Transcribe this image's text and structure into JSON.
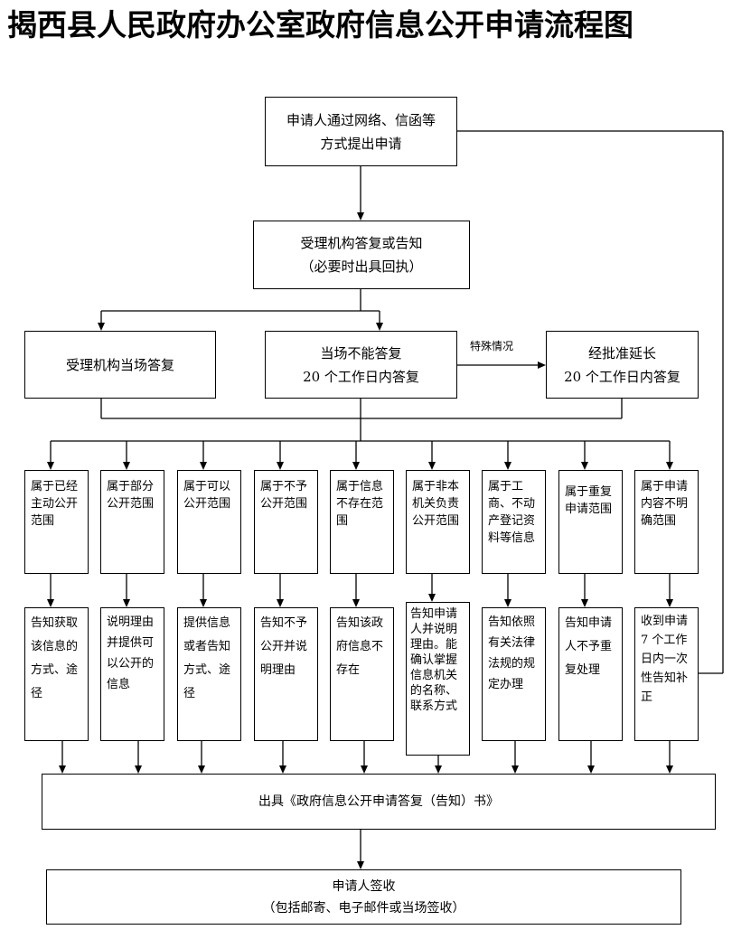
{
  "title": "揭西县人民政府办公室政府信息公开申请流程图",
  "apply": [
    "申请人通过网络、信函等",
    "方式提出申请"
  ],
  "reply": [
    "受理机构答复或告知",
    "（必要时出具回执）"
  ],
  "spot": "受理机构当场答复",
  "cannot": [
    "当场不能答复",
    "20 个工作日内答复"
  ],
  "special": "特殊情况",
  "extend": [
    "经批准延长",
    "20 个工作日内答复"
  ],
  "categories": [
    "属于已经主动公开范围",
    "属于部分公开范围",
    "属于可以公开范围",
    "属于不予公开范围",
    "属于信息不存在范围",
    "属于非本机关负责公开范围",
    "属于工商、不动产登记资料等信息",
    "属于重复申请范围",
    "属于申请内容不明确范围"
  ],
  "results": [
    "告知获取该信息的方式、途径",
    "说明理由并提供可以公开的信息",
    "提供信息或者告知方式、途径",
    "告知不予公开并说明理由",
    "告知该政府信息不存在",
    "告知申请人并说明理由。能确认掌握信息机关的名称、联系方式",
    "告知依照有关法律法规的规定办理",
    "告知申请人不予重复处理",
    "收到申请 7 个工作日内一次性告知补正"
  ],
  "issue": "出具《政府信息公开申请答复（告知）书》",
  "sign": [
    "申请人签收",
    "（包括邮寄、电子邮件或当场签收）"
  ]
}
